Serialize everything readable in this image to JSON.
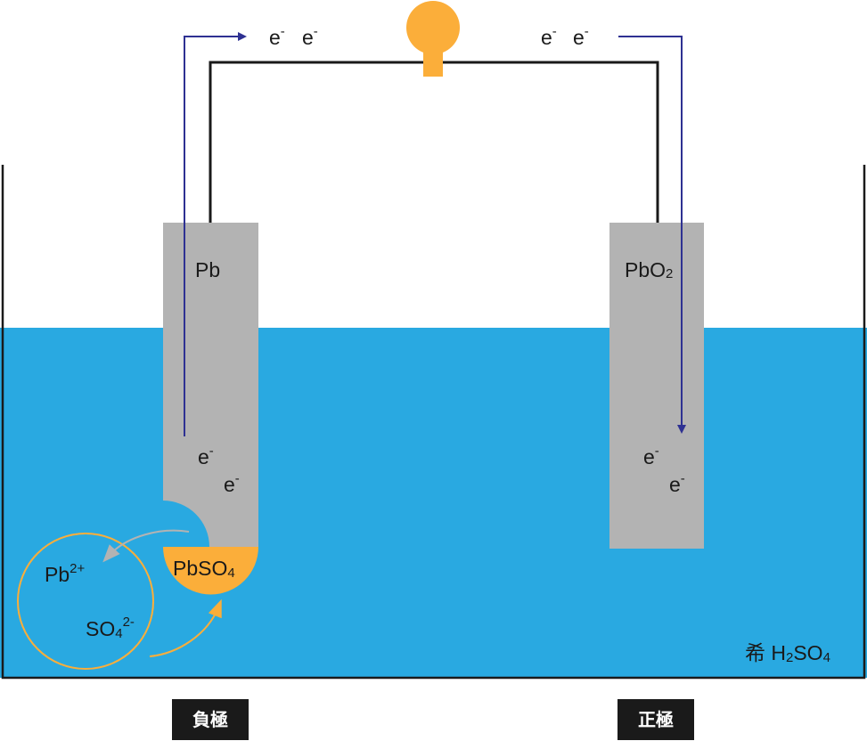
{
  "colors": {
    "electrolyte": "#29A9E1",
    "electrode": "#B3B3B3",
    "accent": "#FBAE3A",
    "electron_flow": "#2E3192",
    "wire": "#1a1a1a",
    "reaction_arrow_gray": "#B3B3B3",
    "badge_bg": "#1a1a1a",
    "badge_text": "#ffffff"
  },
  "icons": {
    "bulb": "light-bulb-icon"
  },
  "electrons": {
    "top_left": [
      "e",
      "e"
    ],
    "top_right": [
      "e",
      "e"
    ],
    "in_anode": [
      "e",
      "e"
    ],
    "in_cathode": [
      "e",
      "e"
    ],
    "charge": "-"
  },
  "anode": {
    "material": "Pb",
    "product": {
      "main": "PbSO",
      "sub": "4"
    },
    "ion_pb": {
      "main": "Pb",
      "sup": "2+"
    },
    "ion_so4": {
      "main": "SO",
      "sub": "4",
      "sup": "2-"
    },
    "badge": "負極"
  },
  "cathode": {
    "material": {
      "main": "PbO",
      "sub": "2"
    },
    "badge": "正極"
  },
  "electrolyte": {
    "prefix": "希 H",
    "sub1": "2",
    "mid": "SO",
    "sub2": "4"
  }
}
